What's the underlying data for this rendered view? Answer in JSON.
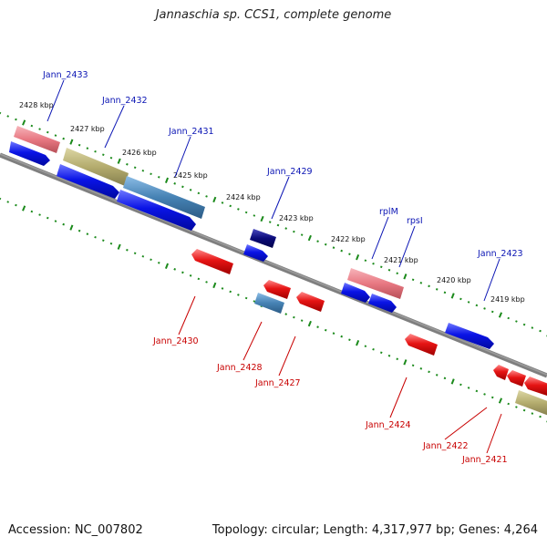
{
  "title": "Jannaschia sp. CCS1, complete genome",
  "accession": "Accession: NC_007802",
  "stats": "Topology: circular; Length: 4,317,977 bp; Genes: 4,264",
  "colors": {
    "backbone": "#7f7f7f",
    "tick": "#1b8a1b",
    "label_forward": "#0a14b4",
    "label_reverse": "#c80000",
    "gene_blue": "#0a14e6",
    "gene_red": "#e61414",
    "gene_pink": "#e87882",
    "gene_khaki": "#b4ac6e",
    "gene_steel": "#4682b4",
    "gene_navy": "#0a0a78"
  },
  "kbp_labels": [
    "2428 kbp",
    "2427 kbp",
    "2426 kbp",
    "2425 kbp",
    "2424 kbp",
    "2423 kbp",
    "2422 kbp",
    "2421 kbp",
    "2420 kbp",
    "2419 kbp"
  ],
  "gene_labels": {
    "jann_2433": "Jann_2433",
    "jann_2432": "Jann_2432",
    "jann_2431": "Jann_2431",
    "jann_2429": "Jann_2429",
    "rplm": "rplM",
    "rpsi": "rpsI",
    "jann_2423": "Jann_2423",
    "jann_2430": "Jann_2430",
    "jann_2428": "Jann_2428",
    "jann_2427": "Jann_2427",
    "jann_2424": "Jann_2424",
    "jann_2422": "Jann_2422",
    "jann_2421": "Jann_2421"
  }
}
